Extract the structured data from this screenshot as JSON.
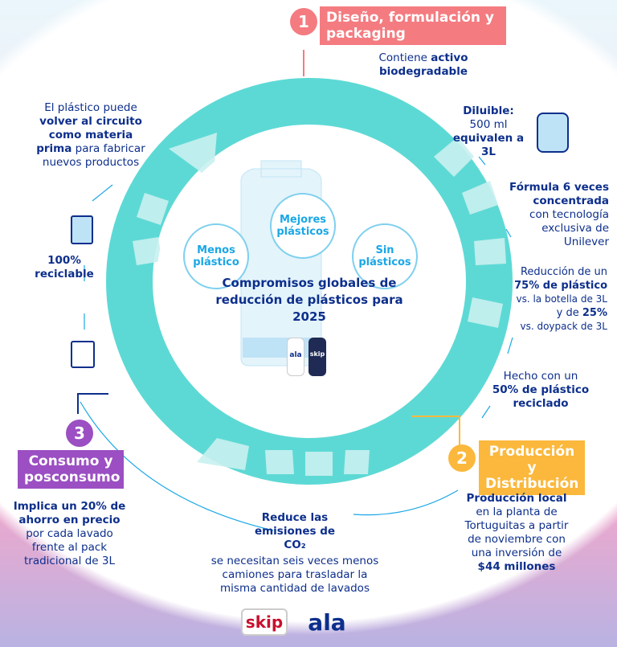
{
  "colors": {
    "teal": "#5dd9d5",
    "navy": "#0d2f8c",
    "pink": "#f47b80",
    "yellow": "#fbb83c",
    "purple": "#9b4fc2",
    "lightblue": "#1aa7e6"
  },
  "step1": {
    "number": "1",
    "title": "Diseño, formulación y packaging",
    "activo": {
      "regular": "Contiene ",
      "bold": "activo biodegradable"
    },
    "diluible": {
      "bold1": "Diluible:",
      "regular": "500 ml",
      "bold2": "equivalen a 3L"
    },
    "formula": {
      "bold": "Fórmula 6 veces concentrada",
      "regular": "con tecnología exclusiva de Unilever"
    },
    "reduccion": {
      "line1": "Reducción de un",
      "bold1": "75% de plástico",
      "line2": "vs. la botella de 3L",
      "line3": "y de ",
      "bold2": "25%",
      "line4": "vs. doypack de 3L"
    },
    "reciclado": {
      "regular": "Hecho con un",
      "bold": "50% de plástico reciclado"
    }
  },
  "step2": {
    "number": "2",
    "title": "Producción y Distribución",
    "body": {
      "bold1": "Producción local",
      "regular": "en la planta de Tortuguitas a partir de noviembre con una inversión de",
      "bold2": "$44 millones"
    },
    "co2": {
      "bold": "Reduce las emisiones de CO₂",
      "regular": "se necesitan seis veces menos camiones para trasladar la misma cantidad de lavados"
    }
  },
  "step3": {
    "number": "3",
    "title": "Consumo y posconsumo",
    "body": {
      "bold": "Implica un 20% de ahorro en precio",
      "regular": "por cada lavado frente al pack tradicional de 3L"
    },
    "reciclable": "100% reciclable",
    "circuito": {
      "r1": "El plástico puede",
      "bold": "volver al circuito como materia prima",
      "r2": "para fabricar nuevos productos"
    }
  },
  "center": {
    "title": "Compromisos globales de reducción de plásticos para 2025",
    "bubbles": [
      "Menos plástico",
      "Mejores plásticos",
      "Sin plásticos"
    ]
  },
  "logos": {
    "skip": "skip",
    "ala": "ala"
  }
}
